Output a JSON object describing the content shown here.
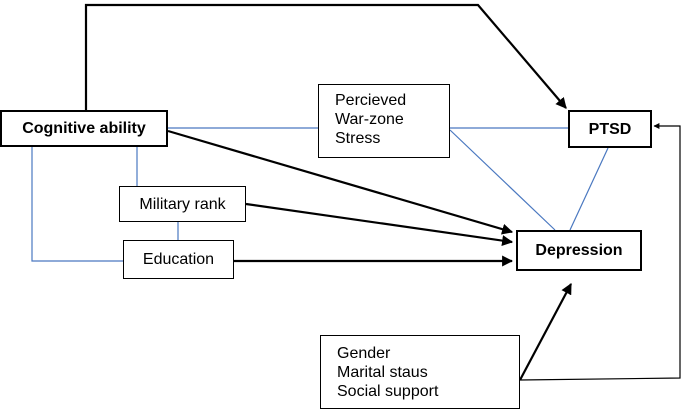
{
  "nodes": {
    "cognitive": "Cognitive ability",
    "perceived": [
      "Percieved",
      "War-zone",
      "Stress"
    ],
    "ptsd": "PTSD",
    "military": "Military rank",
    "education": "Education",
    "depression": "Depression",
    "covariates": [
      "Gender",
      "Marital staus",
      "Social support"
    ]
  },
  "colors": {
    "association_line": "#4a78c0",
    "causal_arrow": "#000000",
    "box_border": "#000000"
  }
}
